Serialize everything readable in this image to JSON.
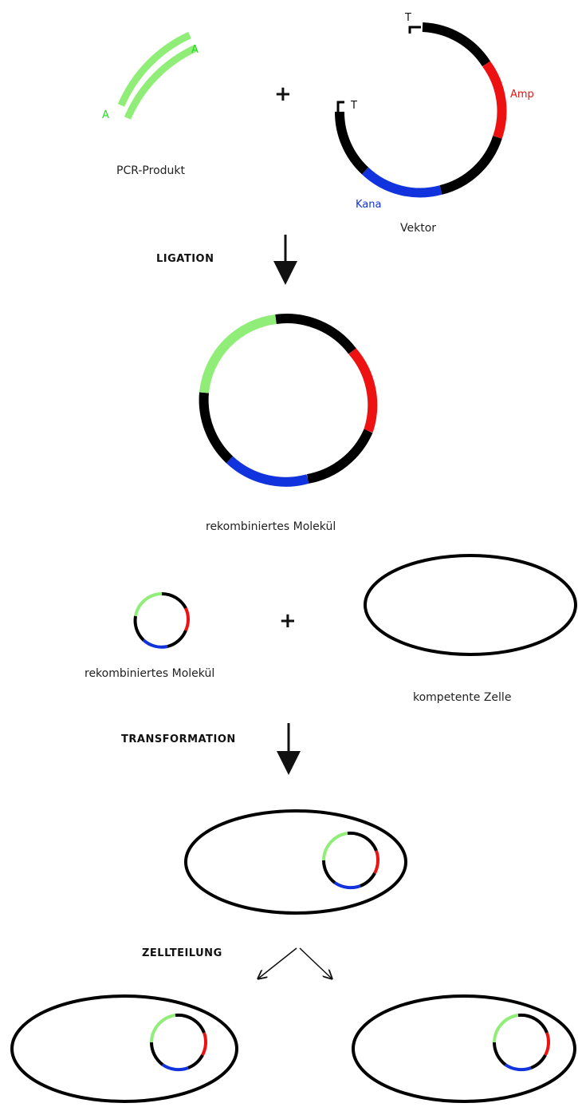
{
  "colors": {
    "insert": "#90ee78",
    "backbone": "#000000",
    "amp": "#ee1111",
    "kana": "#1133dd",
    "a_label": "#22dd22"
  },
  "labels": {
    "a_top": "A",
    "a_bottom": "A",
    "plus_1": "+",
    "t_top": "T",
    "t_left": "T",
    "amp": "Amp",
    "kana": "Kana",
    "pcr_product": "PCR-Produkt",
    "vector": "Vektor",
    "ligation": "LIGATION",
    "recombined_1": "rekombiniertes Molekül",
    "plus_2": "+",
    "recombined_2": "rekombiniertes Molekül",
    "competent_cell": "kompetente Zelle",
    "transformation": "TRANSFORMATION",
    "cell_division": "ZELLTEILUNG"
  }
}
